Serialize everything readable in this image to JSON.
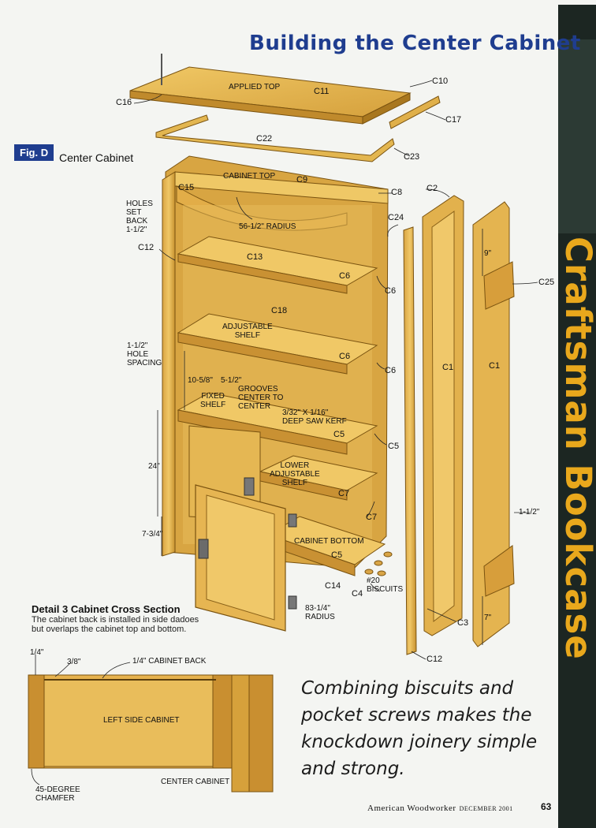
{
  "title": "Building the Center Cabinet",
  "sidebar_title": "Craftsman Bookcase",
  "figure": {
    "badge": "Fig. D",
    "caption": "Center Cabinet"
  },
  "labels": {
    "applied_top": "APPLIED TOP",
    "cabinet_top": "CABINET TOP",
    "radius_56": "56-1/2\" RADIUS",
    "holes_set_back": [
      "HOLES",
      "SET",
      "BACK",
      "1-1/2\""
    ],
    "hole_spacing": [
      "1-1/2\"",
      "HOLE",
      "SPACING"
    ],
    "adjustable_shelf": [
      "ADJUSTABLE",
      "SHELF"
    ],
    "fixed_shelf": [
      "FIXED",
      "SHELF"
    ],
    "grooves": [
      "GROOVES",
      "CENTER TO",
      "CENTER"
    ],
    "saw_kerf": [
      "3/32\" X 1/16\"",
      "DEEP SAW KERF"
    ],
    "lower_adjustable_shelf": [
      "LOWER",
      "ADJUSTABLE",
      "SHELF"
    ],
    "cabinet_bottom": "CABINET BOTTOM",
    "biscuits": [
      "#20",
      "BISCUITS"
    ],
    "radius_83": [
      "83-1/4\"",
      "RADIUS"
    ],
    "dim_10_58": "10-5/8\"",
    "dim_5_12": "5-1/2\"",
    "dim_24": "24\"",
    "dim_7_34": "7-3/4\"",
    "dim_9": "9\"",
    "dim_7": "7\"",
    "dim_1_12": "1-1/2\""
  },
  "parts": {
    "c16": "C16",
    "c11": "C11",
    "c10": "C10",
    "c17": "C17",
    "c22": "C22",
    "c23": "C23",
    "c15": "C15",
    "c9": "C9",
    "c8": "C8",
    "c2": "C2",
    "c24": "C24",
    "c12": "C12",
    "c13": "C13",
    "c6a": "C6",
    "c6b": "C6",
    "c18": "C18",
    "c6c": "C6",
    "c6d": "C6",
    "c5a": "C5",
    "c5b": "C5",
    "c7a": "C7",
    "c7b": "C7",
    "c5c": "C5",
    "c14": "C14",
    "c4": "C4",
    "c1a": "C1",
    "c1b": "C1",
    "c25": "C25",
    "c3": "C3",
    "c12b": "C12"
  },
  "detail3": {
    "title": "Detail 3 Cabinet Cross Section",
    "text": "The cabinet back is installed in side dadoes but overlaps the cabinet top and bottom.",
    "dim_1_4": "1/4\"",
    "dim_3_8": "3/8\"",
    "cabinet_back": "1/4\" CABINET BACK",
    "left_side_cabinet": "LEFT SIDE CABINET",
    "center_cabinet": "CENTER CABINET",
    "chamfer": [
      "45-DEGREE",
      "CHAMFER"
    ]
  },
  "quote": "Combining biscuits and pocket screws makes the knockdown joinery simple and strong.",
  "footer": {
    "magazine": "American Woodworker",
    "issue": "DECEMBER 2001",
    "page": "63"
  },
  "colors": {
    "title": "#1f3d8f",
    "wood": "#e0b04a",
    "wood_dark": "#b8862a",
    "sidebar": "#1c2622",
    "accent": "#e9a81c"
  }
}
